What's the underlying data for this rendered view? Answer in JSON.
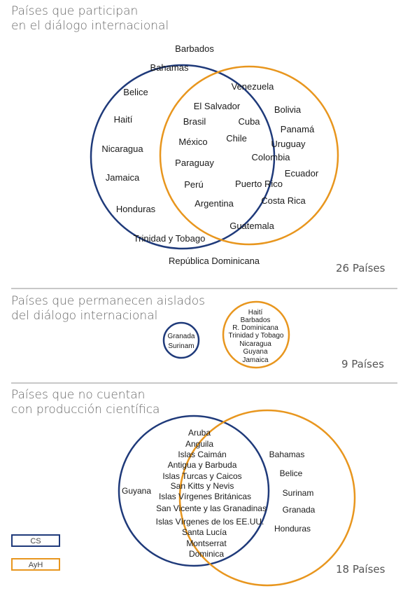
{
  "colors": {
    "cs": "#1f3a7a",
    "ayh": "#e8961e"
  },
  "section1": {
    "heading_line1": "Países que participan",
    "heading_line2": "en el diálogo internacional",
    "count": "26 Países",
    "outer": [
      "Barbados",
      "Bahamas",
      "Belice",
      "Haití",
      "Nicaragua",
      "Jamaica",
      "Honduras",
      "Trinidad y Tobago",
      "República Dominicana"
    ],
    "inner": [
      "Venezuela",
      "El Salvador",
      "Bolivia",
      "Brasil",
      "Cuba",
      "Panamá",
      "México",
      "Chile",
      "Uruguay",
      "Colombia",
      "Paraguay",
      "Ecuador",
      "Perú",
      "Puerto Rico",
      "Argentina",
      "Costa Rica",
      "Guatemala"
    ]
  },
  "section2": {
    "heading_line1": "Países que permanecen aislados",
    "heading_line2": "del diálogo internacional",
    "count": "9 Países",
    "cs": [
      "Granada",
      "Surinam"
    ],
    "ayh": [
      "Haití",
      "Barbados",
      "R. Dominicana",
      "Trinidad y Tobago",
      "Nicaragua",
      "Guyana",
      "Jamaica"
    ]
  },
  "section3": {
    "heading_line1": "Países que no cuentan",
    "heading_line2": "con producción científica",
    "count": "18 Países",
    "cs_only": [
      "Guyana"
    ],
    "both": [
      "Aruba",
      "Anguila",
      "Islas Caimán",
      "Antigua y Barbuda",
      "Islas Turcas y Caicos",
      "San Kitts y Nevis",
      "Islas Vírgenes Británicas",
      "San Vicente y las Granadinas",
      "Islas Vírgenes de los EE.UU.",
      "Santa Lucía",
      "Montserrat",
      "Dominica"
    ],
    "ayh_only": [
      "Bahamas",
      "Belice",
      "Surinam",
      "Granada",
      "Honduras"
    ]
  },
  "legend": {
    "cs": "CS",
    "ayh": "AyH"
  }
}
